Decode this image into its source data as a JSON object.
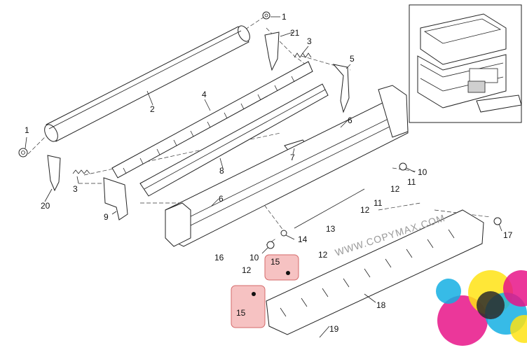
{
  "diagram": {
    "watermark": "WWW.COPYMAX.COM",
    "callouts": {
      "c1a": "1",
      "c1b": "1",
      "c2": "2",
      "c3a": "3",
      "c3b": "3",
      "c4": "4",
      "c5": "5",
      "c6a": "6",
      "c6b": "6",
      "c7": "7",
      "c8": "8",
      "c9": "9",
      "c10a": "10",
      "c10b": "10",
      "c11a": "11",
      "c11b": "11",
      "c12a": "12",
      "c12b": "12",
      "c12c": "12",
      "c12d": "12",
      "c13": "13",
      "c14": "14",
      "c15a": "15",
      "c15b": "15",
      "c16": "16",
      "c17": "17",
      "c18": "18",
      "c19": "19",
      "c20": "20",
      "c21": "21"
    },
    "colors": {
      "highlight_fill": "#f4b7b7",
      "highlight_stroke": "#d46a6a",
      "cmyk_cyan": "#00a8e0",
      "cmyk_magenta": "#e5007e",
      "cmyk_yellow": "#ffe100",
      "cmyk_black": "#1a1a1a"
    }
  }
}
